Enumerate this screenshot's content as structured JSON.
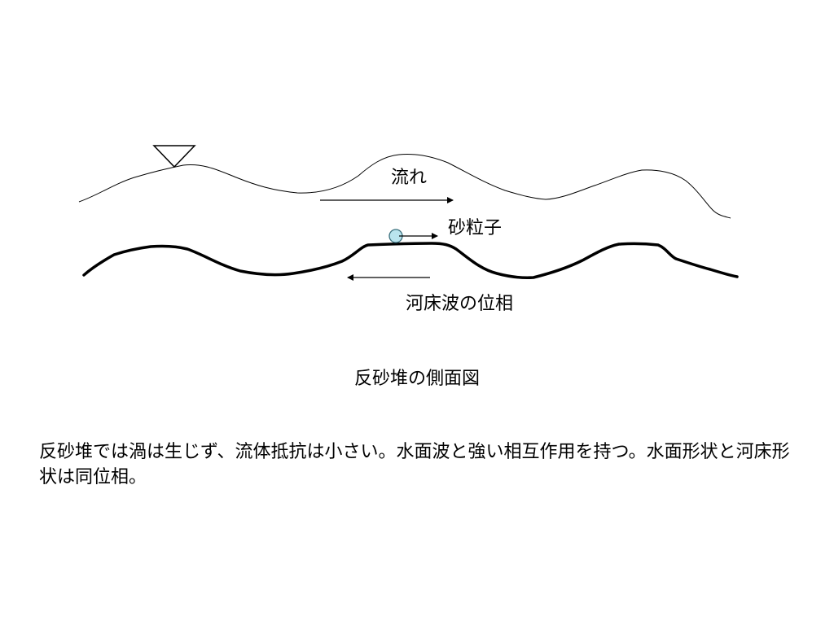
{
  "labels": {
    "flow": "流れ",
    "particle": "砂粒子",
    "bed_wave_phase": "河床波の位相"
  },
  "caption": "反砂堆の側面図",
  "description": "反砂堆では渦は生じず、流体抵抗は小さい。水面波と強い相互作用を持つ。水面形状と河床形状は同位相。",
  "colors": {
    "line": "#000000",
    "particle_fill": "#b9e4ee",
    "particle_stroke": "#3a6f7c"
  }
}
